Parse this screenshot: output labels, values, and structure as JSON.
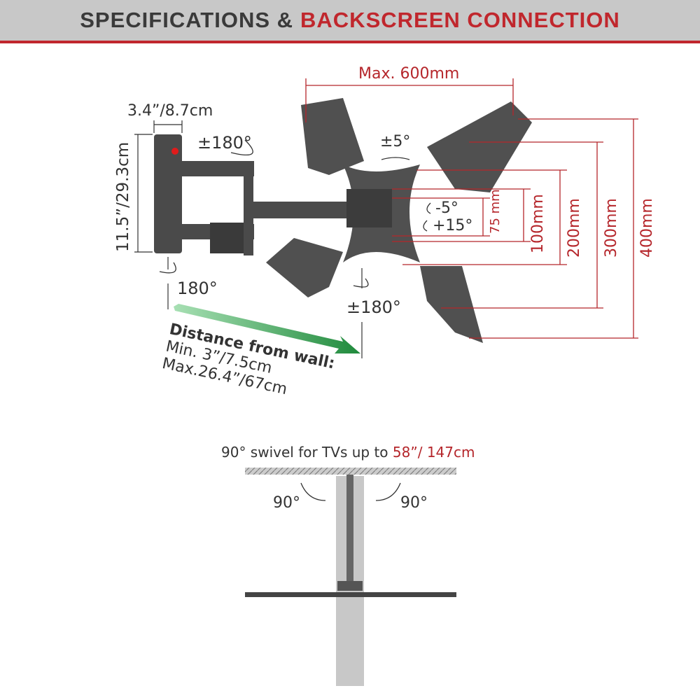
{
  "header": {
    "title_part1": "SPECIFICATIONS &",
    "title_part2": "BACKSCREEN CONNECTION"
  },
  "dimensions": {
    "width": "3.4”/8.7cm",
    "height": "11.5”/29.3cm",
    "max_vesa": "Max. 600mm",
    "vesa_heights": [
      "75 mm",
      "100mm",
      "200mm",
      "300mm",
      "400mm"
    ]
  },
  "rotations": {
    "arm_swivel": "±180°",
    "wall_swivel": "180°",
    "tilt_side": "±5°",
    "tilt_down": "-5°",
    "tilt_up": "+15°",
    "head_swivel": "±180°"
  },
  "distance": {
    "label": "Distance from wall:",
    "min": "Min. 3”/7.5cm",
    "max": "Max.26.4”/67cm"
  },
  "swivel": {
    "text": "90° swivel for TVs up to",
    "size": "58”/ 147cm",
    "left_angle": "90°",
    "right_angle": "90°"
  },
  "colors": {
    "accent": "#c0272d",
    "metal": "#4a4a4a",
    "arrow": "#2e9e4a"
  }
}
